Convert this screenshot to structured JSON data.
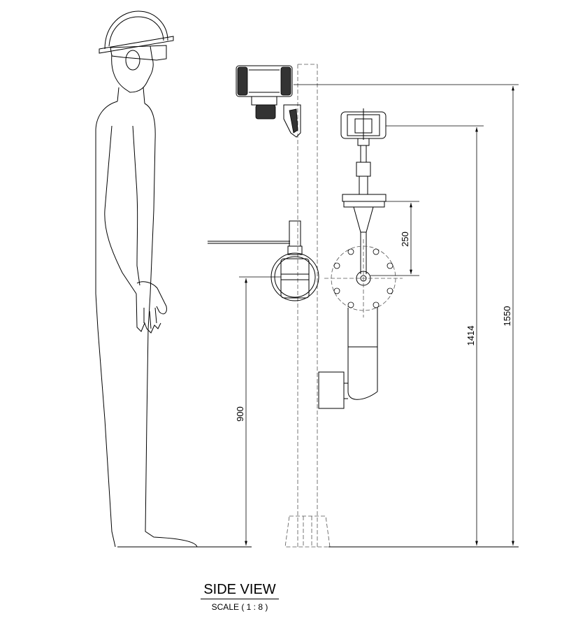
{
  "drawing": {
    "view_title": "SIDE VIEW",
    "scale_label": "SCALE ( 1 : 8 )"
  },
  "dimensions": {
    "d250": "250",
    "d900": "900",
    "d1414": "1414",
    "d1550": "1550"
  }
}
